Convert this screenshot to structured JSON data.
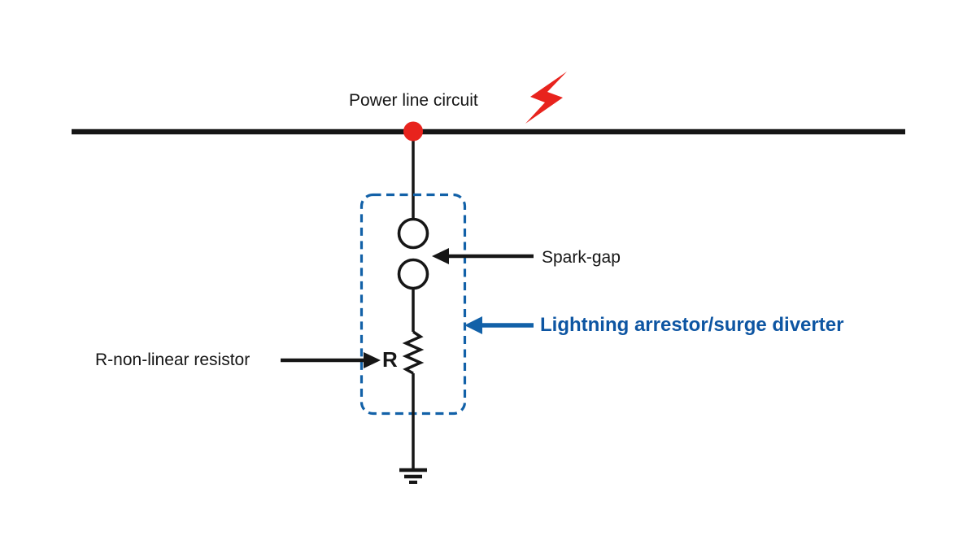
{
  "diagram": {
    "labels": {
      "power_line": "Power line circuit",
      "spark_gap": "Spark-gap",
      "arrestor": "Lightning arrestor/surge diverter",
      "resistor": "R-non-linear resistor",
      "r_symbol": "R"
    },
    "icons": {
      "lightning": "lightning-bolt-icon",
      "ground": "earth-ground-icon",
      "junction": "junction-dot"
    }
  },
  "colors": {
    "ink": "#161616",
    "accent-red": "#e8231d",
    "accent-blue": "#1261a8",
    "accent-blue-text": "#0d55a2",
    "background": "#ffffff"
  }
}
